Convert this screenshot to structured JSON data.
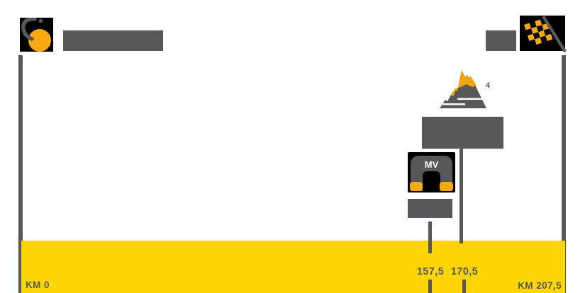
{
  "colors": {
    "yellow_bar": "#FFD503",
    "orange_accent": "#F7A90E",
    "gray": "#58585A",
    "icon_background": "#000000",
    "background": "#FFFFFF"
  },
  "icons": {
    "race_logo": "cyclist-with-yellow-wheel-icon",
    "finish": "checkered-flag-icon",
    "climb": "mountain-icon",
    "viaduct": "arch-viaduct-icon"
  },
  "route": {
    "start_label": "KM 0",
    "finish_label": "KM 207,5",
    "start_km": 0,
    "finish_km": 207.5,
    "markers": [
      {
        "km": 157.5,
        "label": "157,5",
        "type": "viaduct",
        "icon_text": "MV"
      },
      {
        "km": 170.5,
        "label": "170,5",
        "type": "climb",
        "category": "4"
      }
    ]
  }
}
